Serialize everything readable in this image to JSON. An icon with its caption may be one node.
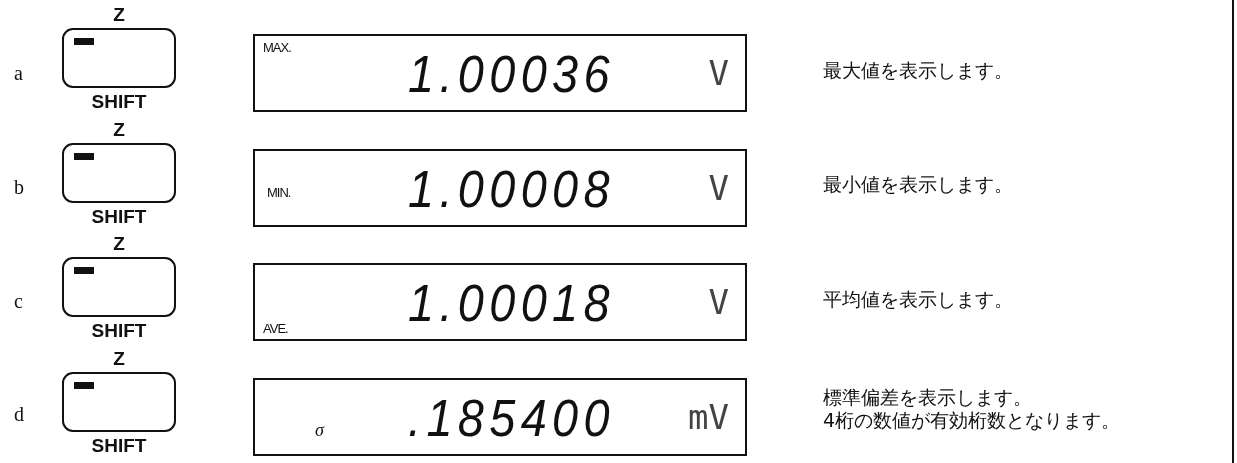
{
  "diagram": {
    "nodes": [
      {
        "text": [
          "Z",
          "SHIFT"
        ]
      },
      {
        "text": [
          "MAX.",
          "1.00036",
          "V"
        ]
      },
      {
        "text": [
          "Z",
          "SHIFT"
        ]
      },
      {
        "text": [
          "MIN.",
          "1.00008",
          "V"
        ]
      },
      {
        "text": [
          "Z",
          "SHIFT"
        ]
      },
      {
        "text": [
          "AVE.",
          "1.00018",
          "V"
        ]
      },
      {
        "text": [
          "Z",
          "SHIFT"
        ]
      },
      {
        "text": [
          "σ",
          ".185400",
          "mV"
        ]
      }
    ],
    "labels": [
      "a",
      "最大値を表示します。",
      "b",
      "最小値を表示します。",
      "c",
      "平均値を表示します。",
      "d",
      "標準偏差を表示します。",
      "4桁の数値が有効桁数となります。"
    ]
  }
}
